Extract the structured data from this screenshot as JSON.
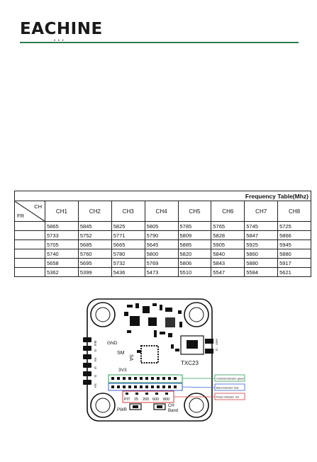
{
  "header": {
    "logo_text": "EACHINE",
    "logo_sub": "• • •",
    "accent_color": "#2e7d4f"
  },
  "table": {
    "title": "Frequency Table(Mhz)",
    "corner_ch": "CH",
    "corner_fr": "FR",
    "columns": [
      "CH1",
      "CH2",
      "CH3",
      "CH4",
      "CH5",
      "CH6",
      "CH7",
      "CH8"
    ],
    "rows": [
      [
        "5865",
        "5845",
        "5825",
        "5805",
        "5785",
        "5765",
        "5745",
        "5725"
      ],
      [
        "5733",
        "5752",
        "5771",
        "5790",
        "5809",
        "5828",
        "5847",
        "5866"
      ],
      [
        "5705",
        "5685",
        "5665",
        "5645",
        "5885",
        "5905",
        "5925",
        "5945"
      ],
      [
        "5740",
        "5760",
        "5780",
        "5800",
        "5820",
        "5840",
        "5860",
        "5880"
      ],
      [
        "5658",
        "5695",
        "5732",
        "5769",
        "5806",
        "5843",
        "5880",
        "5917"
      ],
      [
        "5362",
        "5399",
        "5436",
        "5473",
        "5510",
        "5547",
        "5584",
        "5621"
      ]
    ]
  },
  "board": {
    "label_gnd": "GND",
    "label_sm": "SM",
    "label_sa": "SA",
    "label_3v3": "3V3",
    "label_model": "TXC23",
    "label_pwr": "PWR",
    "label_ch": "CH",
    "label_band": "Band",
    "side_left": [
      "Bat",
      "G",
      "5V",
      "Vi",
      "G",
      "SA"
    ],
    "side_right": [
      "ANT",
      "G"
    ],
    "power_values": [
      "PIT",
      "25",
      "200",
      "600",
      "800"
    ],
    "legend": [
      {
        "text": "Channel indicator: green",
        "color": "#2e9c5a"
      },
      {
        "text": "Band indicator: blue",
        "color": "#3b5fd6"
      },
      {
        "text": "Power indicator: red",
        "color": "#d23a3a"
      }
    ]
  }
}
